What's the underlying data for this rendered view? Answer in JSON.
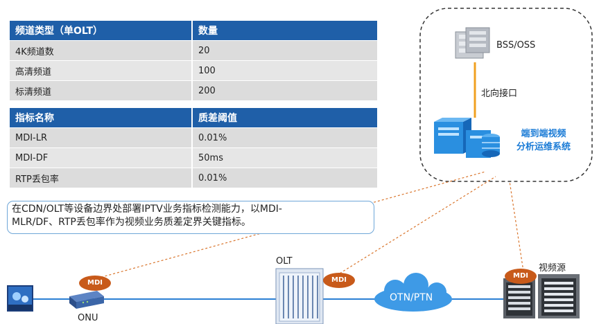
{
  "table1": {
    "headers": [
      "频道类型（单OLT）",
      "数量"
    ],
    "rows": [
      [
        "4K频道数",
        "20"
      ],
      [
        "高清频道",
        "100"
      ],
      [
        "标清频道",
        "200"
      ]
    ]
  },
  "table2": {
    "headers": [
      "指标名称",
      "质差阈值"
    ],
    "rows": [
      [
        "MDI-LR",
        "0.01%"
      ],
      [
        "MDI-DF",
        "50ms"
      ],
      [
        "RTP丢包率",
        "0.01%"
      ]
    ]
  },
  "callout": {
    "line1": "在CDN/OLT等设备边界处部署IPTV业务指标检测能力，以MDI-",
    "line2": "MLR/DF、RTP丢包率作为视频业务质差定界关键指标。"
  },
  "system": {
    "bss_oss": "BSS/OSS",
    "interface": "北向接口",
    "system_line1": "端到端视频",
    "system_line2": "分析运维系统"
  },
  "network": {
    "mdi": "MDI",
    "olt": "OLT",
    "onu": "ONU",
    "otn_ptn": "OTN/PTN",
    "video_source": "视频源"
  },
  "colors": {
    "header_blue": "#1f5fa8",
    "mdi_orange": "#c85a1a",
    "accent_blue": "#1a7bd6",
    "link_orange": "#f0a020"
  }
}
